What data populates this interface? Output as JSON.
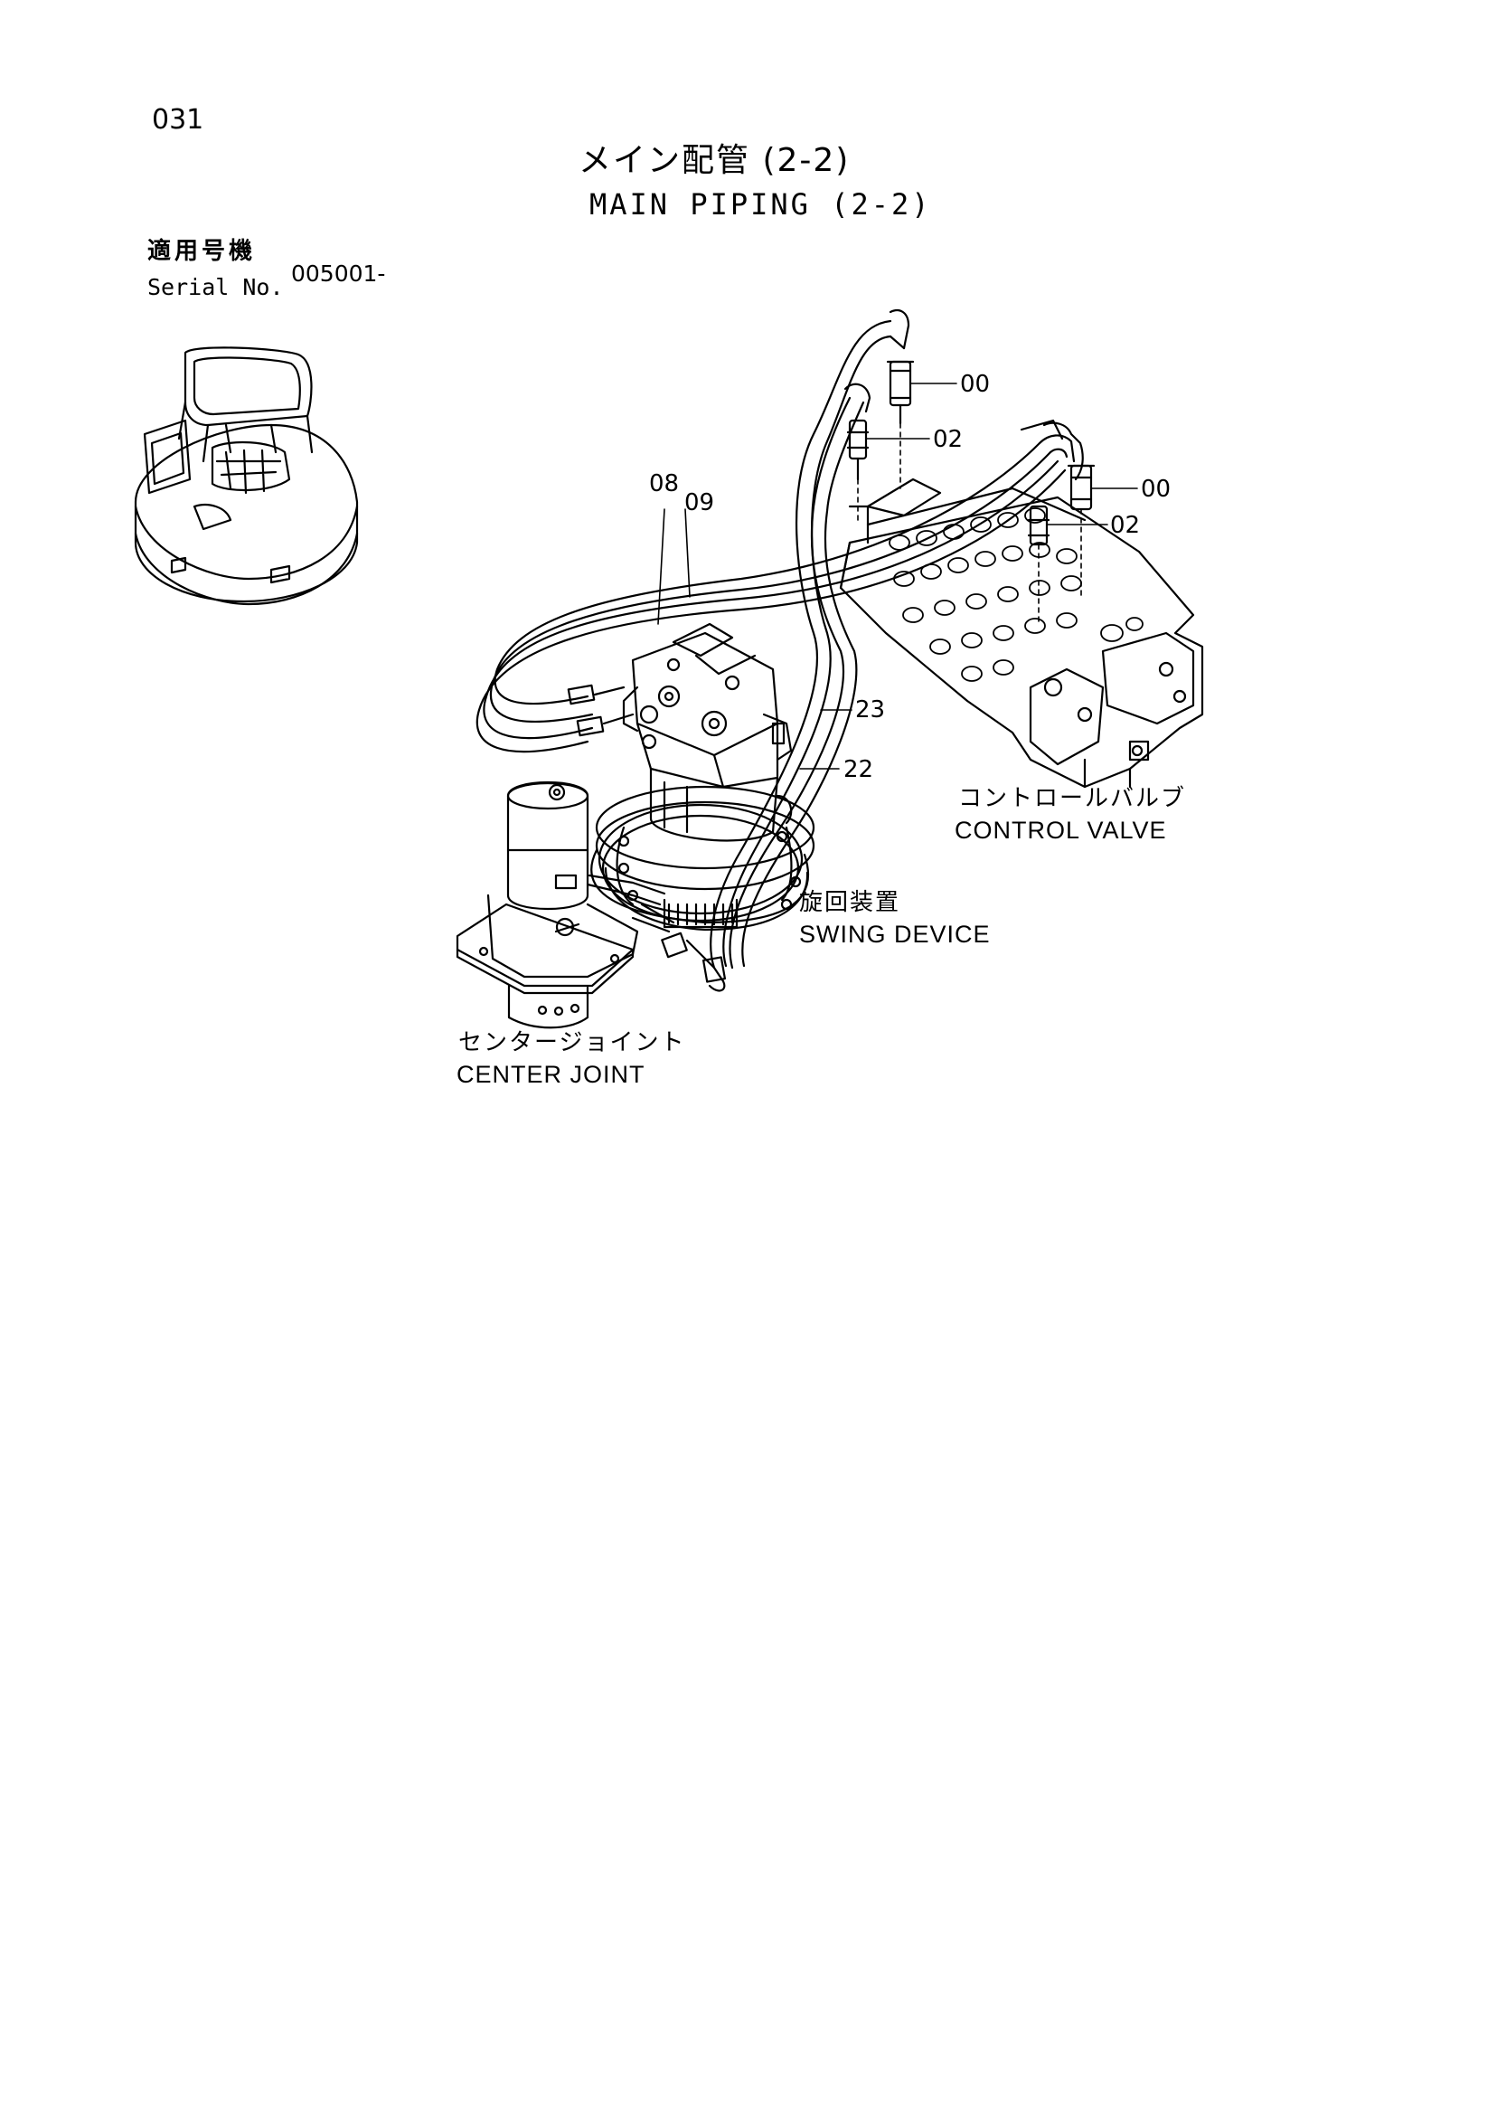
{
  "page_number": "031",
  "title_jp": "メイン配管 (2-2)",
  "title_en": "MAIN PIPING (2-2)",
  "serial": {
    "label_jp": "適用号機",
    "label_en": "Serial No.",
    "value": "005001-"
  },
  "callouts": {
    "c00_top": "00",
    "c02_top": "02",
    "c00_right": "00",
    "c02_right": "02",
    "c08": "08",
    "c09": "09",
    "c23": "23",
    "c22": "22"
  },
  "components": {
    "control_valve_jp": "コントロールバルブ",
    "control_valve_en": "CONTROL VALVE",
    "swing_device_jp": "旋回装置",
    "swing_device_en": "SWING DEVICE",
    "center_joint_jp": "センタージョイント",
    "center_joint_en": "CENTER JOINT"
  }
}
